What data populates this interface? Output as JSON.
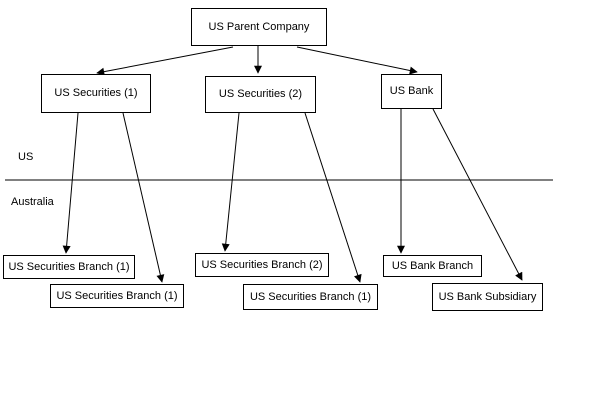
{
  "nodes": {
    "parent": "US Parent Company",
    "securities1": "US Securities (1)",
    "securities2": "US Securities (2)",
    "bank": "US Bank",
    "securities_branch_1a": "US Securities Branch (1)",
    "securities_branch_1b": "US Securities Branch (1)",
    "securities_branch_2": "US Securities Branch (2)",
    "securities_branch_1c": "US Securities Branch (1)",
    "bank_branch": "US Bank Branch",
    "bank_subsidiary": "US Bank Subsidiary"
  },
  "regions": {
    "top": "US",
    "bottom": "Australia"
  },
  "edges": [
    {
      "from": "parent",
      "to": "securities1"
    },
    {
      "from": "parent",
      "to": "securities2"
    },
    {
      "from": "parent",
      "to": "bank"
    },
    {
      "from": "securities1",
      "to": "securities_branch_1a"
    },
    {
      "from": "securities1",
      "to": "securities_branch_1b"
    },
    {
      "from": "securities2",
      "to": "securities_branch_2"
    },
    {
      "from": "securities2",
      "to": "securities_branch_1c"
    },
    {
      "from": "bank",
      "to": "bank_branch"
    },
    {
      "from": "bank",
      "to": "bank_subsidiary"
    }
  ],
  "colors": {
    "line": "#000000",
    "box_border": "#000000",
    "background": "#ffffff",
    "text": "#000000"
  }
}
